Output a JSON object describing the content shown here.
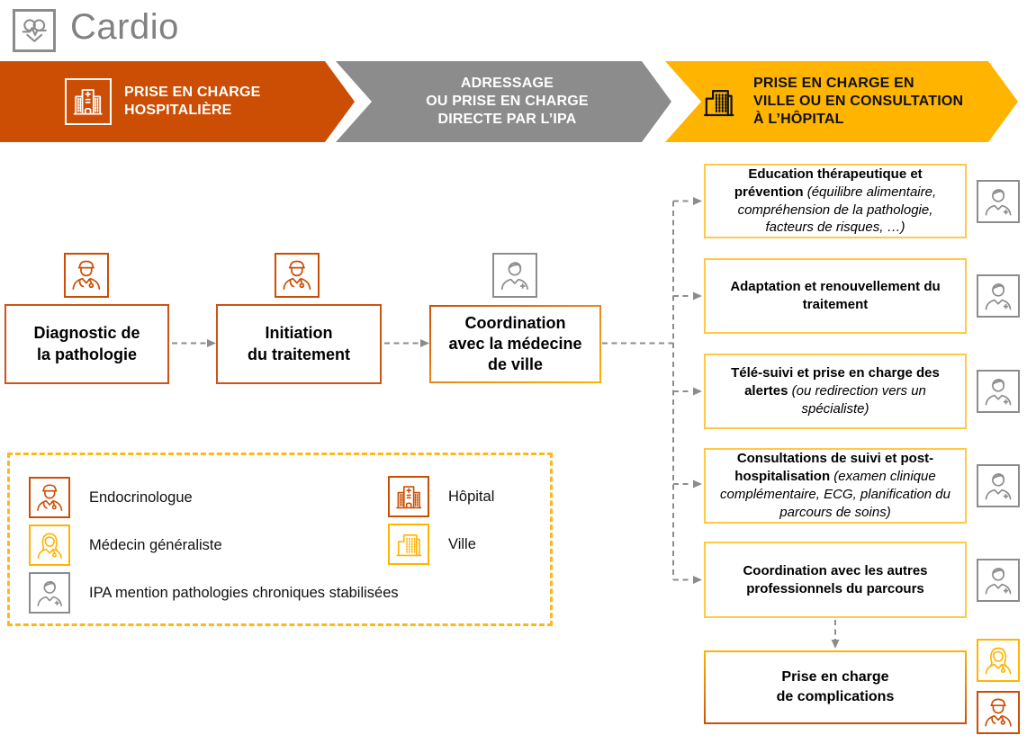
{
  "header": {
    "title": "Cardio",
    "icon": "heart-pulse-icon"
  },
  "banners": [
    {
      "id": "hospitaliere",
      "icon": "hospital-icon",
      "lines": [
        "PRISE EN CHARGE",
        "HOSPITALIÈRE"
      ],
      "color": "#CC4E05",
      "text_color": "#FFFFFF"
    },
    {
      "id": "adressage-ipa",
      "lines": [
        "ADRESSAGE",
        "OU PRISE EN CHARGE",
        "DIRECTE PAR L’IPA"
      ],
      "color": "#8C8C8C",
      "text_color": "#FFFFFF"
    },
    {
      "id": "ville-consultation",
      "icon": "city-icon",
      "lines": [
        "PRISE EN CHARGE EN",
        "VILLE OU EN CONSULTATION",
        "À L’HÔPITAL"
      ],
      "color": "#FFB400",
      "text_color": "#111111"
    }
  ],
  "flow": {
    "steps": [
      {
        "icon": "endocrinologist-icon",
        "lines": [
          "Diagnostic de",
          "la pathologie"
        ]
      },
      {
        "icon": "endocrinologist-icon",
        "lines": [
          "Initiation",
          "du traitement"
        ]
      },
      {
        "icon": "ipa-icon",
        "lines": [
          "Coordination",
          "avec la médecine",
          "de ville"
        ]
      }
    ]
  },
  "outcomes": [
    {
      "bold": "Education thérapeutique et prévention ",
      "italic": "(équilibre alimentaire, compréhension de la pathologie, facteurs de risques, …)",
      "icon": "ipa-icon"
    },
    {
      "bold": "Adaptation et renouvellement du traitement",
      "italic": "",
      "icon": "ipa-icon"
    },
    {
      "bold": "Télé-suivi et prise en charge des alertes ",
      "italic": "(ou redirection vers un spécialiste)",
      "icon": "ipa-icon"
    },
    {
      "bold": "Consultations de suivi et post-hospitalisation ",
      "italic": "(examen clinique complémentaire, ECG, planification du parcours de soins)",
      "icon": "ipa-icon"
    },
    {
      "bold": "Coordination avec les autres professionnels du parcours",
      "italic": "",
      "icon": "ipa-icon"
    }
  ],
  "complication": {
    "lines": [
      "Prise en charge",
      "de complications"
    ],
    "icons": [
      "gp-icon",
      "endocrinologist-icon"
    ]
  },
  "legend": {
    "items": [
      {
        "icon": "endocrinologist-icon",
        "label": "Endocrinologue"
      },
      {
        "icon": "gp-icon",
        "label": "Médecin généraliste"
      },
      {
        "icon": "ipa-icon",
        "label": "IPA mention pathologies chroniques stabilisées"
      },
      {
        "icon": "hospital-icon",
        "label": "Hôpital"
      },
      {
        "icon": "city-icon",
        "label": "Ville"
      }
    ]
  },
  "colors": {
    "orange": "#CC4E05",
    "amber": "#FFB400",
    "gold_box_border": "#FFC845",
    "legend_border": "#FFB81C",
    "gray": "#8C8C8C",
    "title_gray": "#828282"
  }
}
